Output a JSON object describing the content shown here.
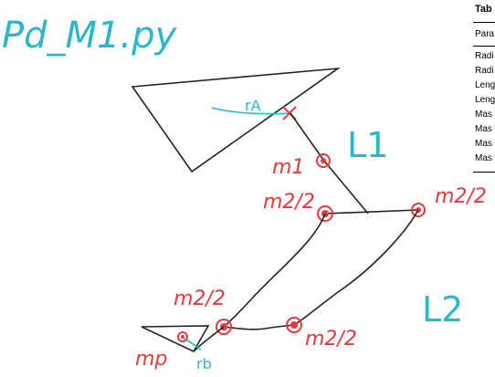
{
  "sketch": {
    "filename": "Pd_M1.py",
    "labels": {
      "rA": "rA",
      "L1": "L1",
      "L2": "L2",
      "m1": "m1",
      "m2half_a": "m2/2",
      "m2half_b": "m2/2",
      "m2half_c": "m2/2",
      "m2half_d": "m2/2",
      "mp": "mp",
      "rb": "rb"
    }
  },
  "table": {
    "title": "Tab",
    "header": "Para",
    "rows": [
      "Radi",
      "Radi",
      "Leng",
      "Leng",
      "Mas",
      "Mas",
      "Mas",
      "Mas"
    ]
  },
  "colors": {
    "filename": "#2ab7c9",
    "annotation": "#e8383d",
    "ink": "#222222"
  }
}
